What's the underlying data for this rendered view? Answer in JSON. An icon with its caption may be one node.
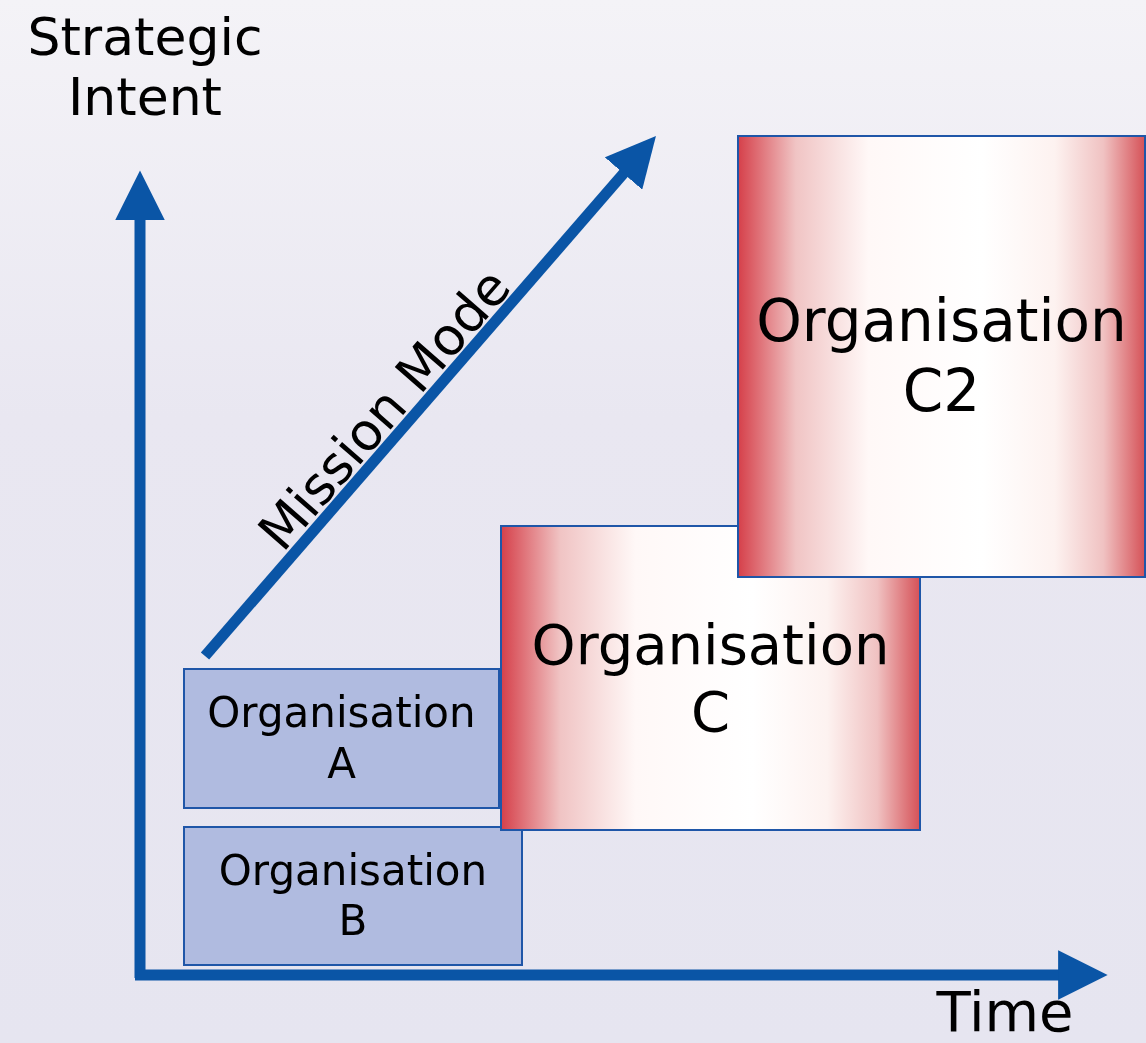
{
  "diagram": {
    "nodes": [
      {
        "text": [
          "Organisation C2"
        ]
      },
      {
        "text": [
          "Organisation C"
        ]
      },
      {
        "text": [
          "Organisation A"
        ]
      },
      {
        "text": [
          "Organisation B"
        ]
      }
    ],
    "labels": [
      "Strategic Intent",
      "Mission Mode",
      "Time"
    ]
  }
}
